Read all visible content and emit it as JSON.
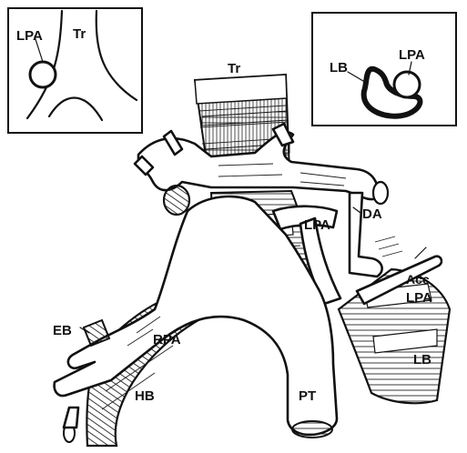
{
  "inset_left": {
    "labels": {
      "lpa": "LPA",
      "trachea": "Tr"
    }
  },
  "inset_right": {
    "labels": {
      "left_bronchus": "LB",
      "lpa": "LPA"
    }
  },
  "main": {
    "labels": {
      "trachea": "Tr",
      "lpa": "LPA",
      "ductus": "DA",
      "acc": "Acc",
      "acc_lpa": "LPA",
      "left_bronchus": "LB",
      "eb": "EB",
      "rpa": "RPA",
      "hb": "HB",
      "pt": "PT"
    }
  }
}
